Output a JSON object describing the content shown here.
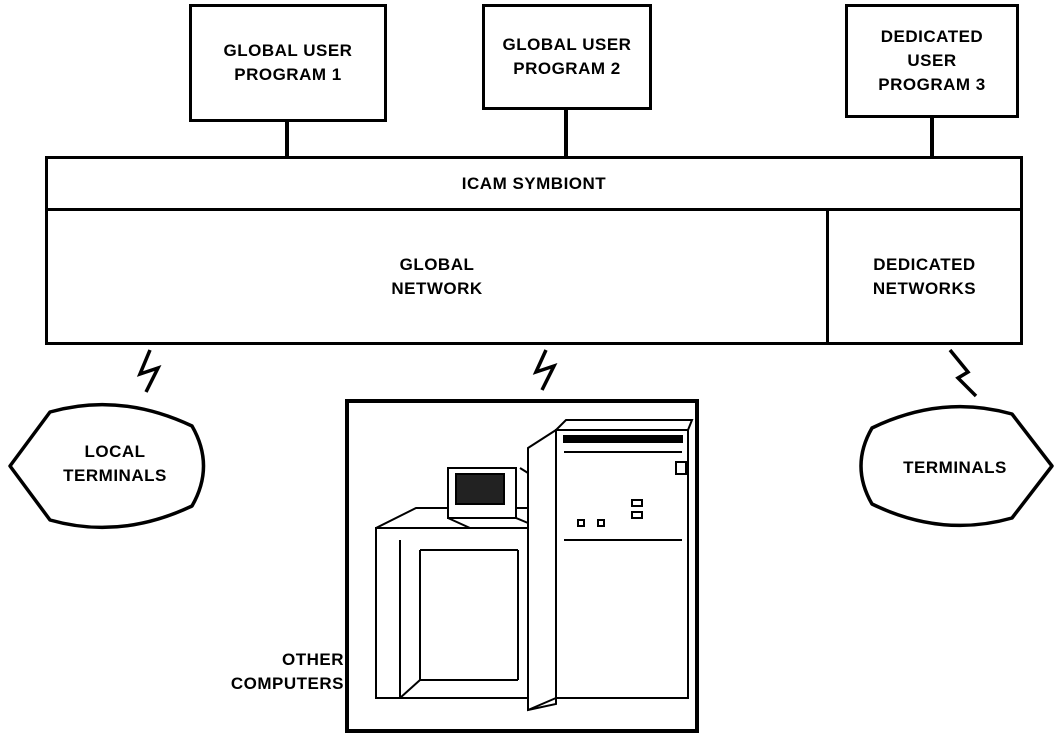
{
  "programs": {
    "p1": "GLOBAL USER\nPROGRAM 1",
    "p2": "GLOBAL USER\nPROGRAM 2",
    "p3": "DEDICATED\nUSER\nPROGRAM 3"
  },
  "symbiont": {
    "label": "ICAM SYMBIONT"
  },
  "networks": {
    "global": "GLOBAL\nNETWORK",
    "dedicated": "DEDICATED\nNETWORKS"
  },
  "endpoints": {
    "local_terminals": "LOCAL\nTERMINALS",
    "terminals": "TERMINALS",
    "other_computers": "OTHER\nCOMPUTERS"
  }
}
